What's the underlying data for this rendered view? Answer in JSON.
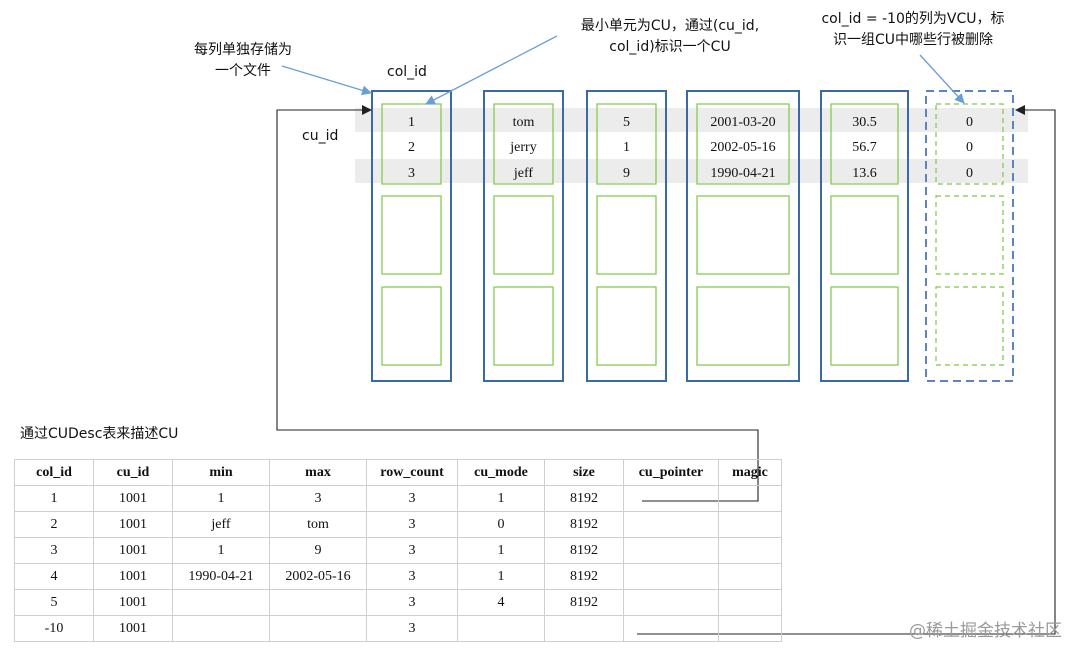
{
  "annotations": {
    "per_column_file_line1": "每列单独存储为",
    "per_column_file_line2": "一个文件",
    "col_id": "col_id",
    "cu_id": "cu_id",
    "min_unit_line1": "最小单元为CU，通过(cu_id,",
    "min_unit_line2": "col_id)标识一个CU",
    "vcu_line1": "col_id = -10的列为VCU，标",
    "vcu_line2": "识一组CU中哪些行被删除",
    "cudesc_caption": "通过CUDesc表来描述CU"
  },
  "columns": [
    {
      "values": [
        "1",
        "2",
        "3"
      ],
      "dashed": false
    },
    {
      "values": [
        "tom",
        "jerry",
        "jeff"
      ],
      "dashed": false
    },
    {
      "values": [
        "5",
        "1",
        "9"
      ],
      "dashed": false
    },
    {
      "values": [
        "2001-03-20",
        "2002-05-16",
        "1990-04-21"
      ],
      "dashed": false
    },
    {
      "values": [
        "30.5",
        "56.7",
        "13.6"
      ],
      "dashed": false
    },
    {
      "values": [
        "0",
        "0",
        "0"
      ],
      "dashed": true
    }
  ],
  "colors": {
    "column_border": "#3a6aa6",
    "cu_border": "#7ac943",
    "vcu_border": "#5a85c0",
    "row_highlight": "#ececec",
    "arrow_blue": "#6a9fd6",
    "connector": "#222222"
  },
  "cudesc": {
    "headers": [
      "col_id",
      "cu_id",
      "min",
      "max",
      "row_count",
      "cu_mode",
      "size",
      "cu_pointer",
      "magic"
    ],
    "rows": [
      [
        "1",
        "1001",
        "1",
        "3",
        "3",
        "1",
        "8192",
        "",
        ""
      ],
      [
        "2",
        "1001",
        "jeff",
        "tom",
        "3",
        "0",
        "8192",
        "",
        ""
      ],
      [
        "3",
        "1001",
        "1",
        "9",
        "3",
        "1",
        "8192",
        "",
        ""
      ],
      [
        "4",
        "1001",
        "1990-04-21",
        "2002-05-16",
        "3",
        "1",
        "8192",
        "",
        ""
      ],
      [
        "5",
        "1001",
        "",
        "",
        "3",
        "4",
        "8192",
        "",
        ""
      ],
      [
        "-10",
        "1001",
        "",
        "",
        "3",
        "",
        "",
        "",
        ""
      ]
    ]
  },
  "watermark": "@稀土掘金技术社区"
}
